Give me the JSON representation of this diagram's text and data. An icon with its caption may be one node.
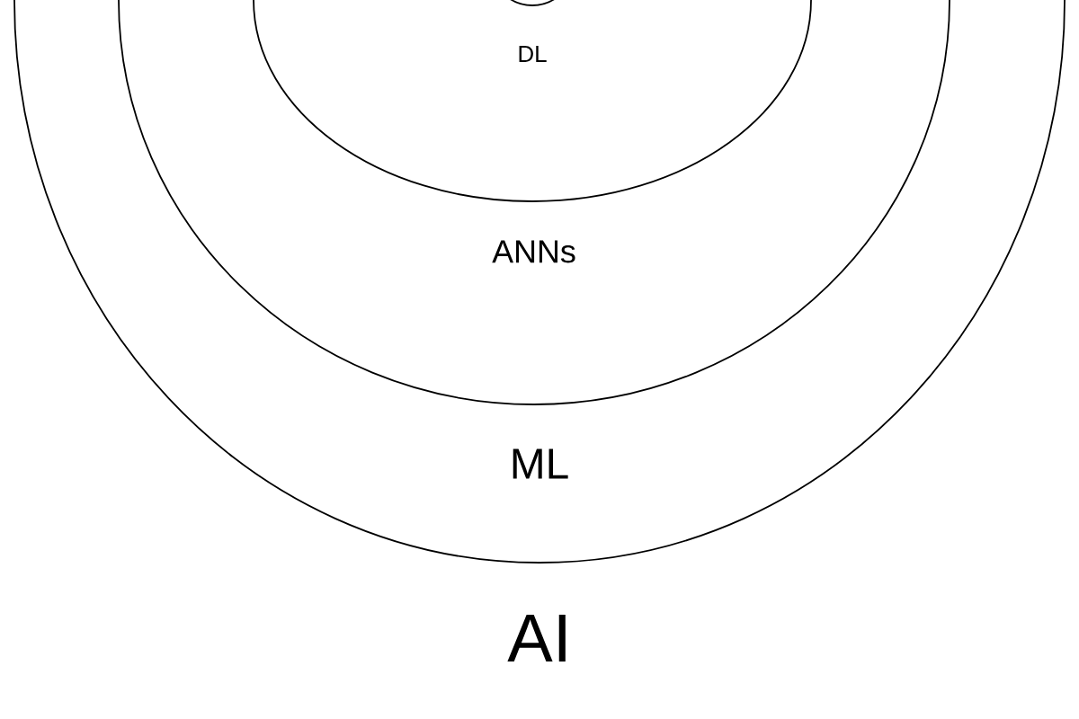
{
  "diagram": {
    "nodes": [
      {
        "text": [
          "ML"
        ]
      },
      {
        "text": [
          "ANNs"
        ],
        "in": 0
      },
      {
        "text": [
          "DL"
        ],
        "in": 1
      },
      {
        "text": [],
        "shape": "circle",
        "in": 2
      }
    ],
    "labels": [
      "AI"
    ]
  }
}
